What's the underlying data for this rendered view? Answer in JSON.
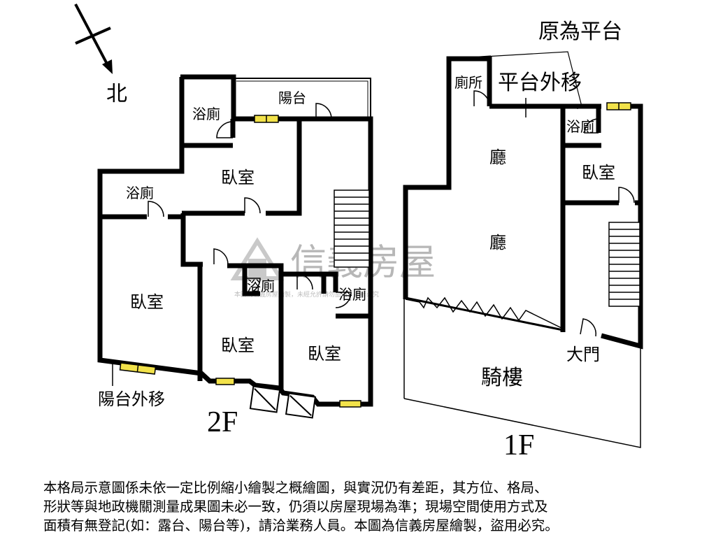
{
  "compass": {
    "north_label": "北"
  },
  "floor2": {
    "floor_label": "2F",
    "rooms": {
      "bath_top": "浴廁",
      "balcony": "陽台",
      "bedroom_top": "臥室",
      "bath_left": "浴廁",
      "bedroom_left": "臥室",
      "bath_mid": "浴廁",
      "bath_right": "浴廁",
      "bedroom_mid": "臥室",
      "bedroom_right": "臥室"
    },
    "annotation_balcony_moved": "陽台外移"
  },
  "floor1": {
    "floor_label": "1F",
    "annotation_original": "原為平台",
    "annotation_platform_moved": "平台外移",
    "rooms": {
      "toilet": "廁所",
      "hall_upper": "廳",
      "hall_lower": "廳",
      "bath": "浴廁",
      "bedroom": "臥室",
      "arcade": "騎樓"
    },
    "main_door": "大門"
  },
  "watermark": {
    "brand": "信義房屋",
    "notice": "本圖為信義房屋繪製，未經允許請勿盜用，違者必究"
  },
  "disclaimer": [
    "本格局示意圖係未依一定比例縮小繪製之概繪圖，與實況仍有差距，其方位、格局、",
    "形狀等與地政機關測量成果圖未必一致，仍須以房屋現場為準；現場空間使用方式及",
    "面積有無登記(如：露台、陽台等)，請洽業務人員。本圖為信義房屋繪製，盜用必究。"
  ]
}
